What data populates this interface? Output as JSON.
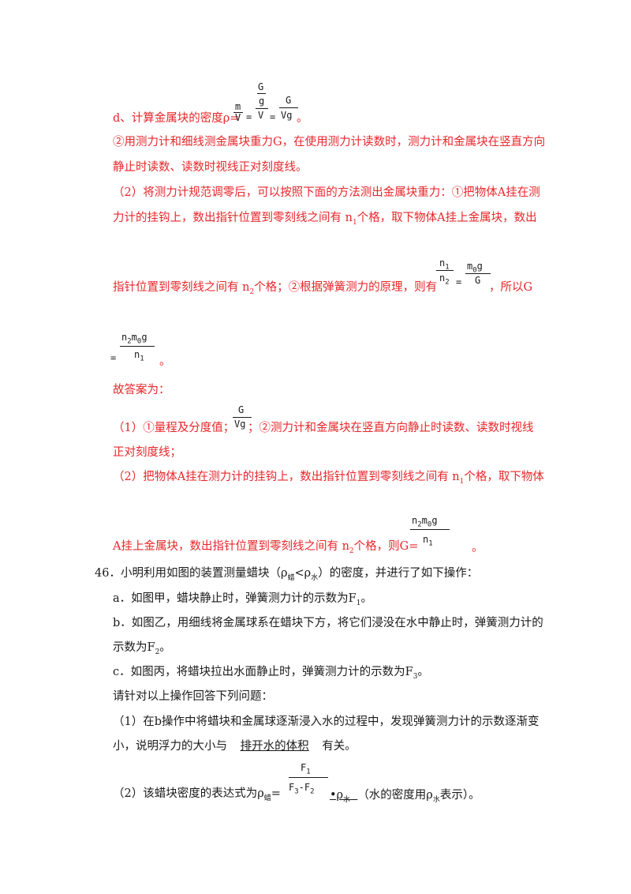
{
  "red_block": {
    "line_d_pre": "d、计算金属块的密度ρ=",
    "line_d_post": "。",
    "frac_m_num": "m",
    "frac_m_den": "V",
    "frac_big_num_top": "G",
    "frac_big_num_bot": "g",
    "frac_big_den": "V",
    "frac_g_num": "G",
    "frac_g_den": "Vg",
    "eq": "=",
    "line2": "②用测力计和细线测金属块重力G，在使用测力计读数时，测力计和金属块在竖直方向",
    "line3": "静止时读数、读数时视线正对刻度线。",
    "line4": "（2）将测力计规范调零后，可以按照下面的方法测出金属块重力：①把物体A挂在测",
    "line5_pre": "力计的挂钩上，数出指针位置到零刻线之间有 n",
    "line5_sub": "1",
    "line5_post": "个格，取下物体A挂上金属块，数出",
    "line6_pre": "指针位置到零刻线之间有 n",
    "line6_sub": "2",
    "line6_post": "个格；②根据弹簧测力的原理，则有",
    "line6_end": "，所以G",
    "f_n1": "n",
    "f_n1_sub": "1",
    "f_n2": "n",
    "f_n2_sub": "2",
    "f_m0g_num": "m",
    "f_m0g_sub": "0",
    "f_m0g_g": "g",
    "f_m0g_den": "G",
    "f_eq": "=",
    "g_eq": "=",
    "g_num_a": "n",
    "g_num_a_sub": "2",
    "g_num_b": "m",
    "g_num_b_sub": "0",
    "g_num_c": "g",
    "g_den": "n",
    "g_den_sub": "1",
    "g_end": "。",
    "answer_label": "故答案为：",
    "ans1_pre": "（1）①量程及分度值；",
    "ans1_post": "；②测力计和金属块在竖直方向静止时读数、读数时视线",
    "ans1_f_num": "G",
    "ans1_f_den": "Vg",
    "ans1_line2": "正对刻度线；",
    "ans2": "（2）把物体A挂在测力计的挂钩上，数出指针位置到零刻线之间有 n",
    "ans2_sub": "1",
    "ans2_post": "个格，取下物体",
    "ans3_pre": "A挂上金属块，数出指针位置到零刻线之间有 n",
    "ans3_sub": "2",
    "ans3_post": "个格，则G=",
    "ans3_end": "。",
    "ans3_num_a": "n",
    "ans3_num_a_sub": "2",
    "ans3_num_b": "m",
    "ans3_num_b_sub": "0",
    "ans3_num_c": "g",
    "ans3_den": "n",
    "ans3_den_sub": "1"
  },
  "q46": {
    "title_pre": "46．小明利用如图的装置测量蜡块（ρ",
    "title_sub1": "蜡",
    "title_mid": "<ρ",
    "title_sub2": "水",
    "title_post": "）的密度，并进行了如下操作：",
    "a_pre": "a．如图甲，蜡块静止时，弹簧测力计的示数为F",
    "a_sub": "1",
    "a_post": "。",
    "b1": "b．如图乙，用细线将金属球系在蜡块下方，将它们浸没在水中静止时，弹簧测力计的",
    "b2_pre": "示数为F",
    "b2_sub": "2",
    "b2_post": "。",
    "c_pre": "c．如图丙，将蜡块拉出水面静止时，弹簧测力计的示数为F",
    "c_sub": "3",
    "c_post": "。",
    "prompt": "请针对以上操作回答下列问题：",
    "q1_line1": "（1）在b操作中将蜡块和金属球逐渐浸入水的过程中，发现弹簧测力计的示数逐渐变",
    "q1_line2_pre": "小，说明浮力的大小与",
    "q1_answer": "排开水的体积",
    "q1_line2_post": "有关。",
    "q2_pre": "（2）该蜡块密度的表达式为ρ",
    "q2_sub": "蜡",
    "q2_eq": "=",
    "q2_num": "F",
    "q2_num_sub": "1",
    "q2_den_a": "F",
    "q2_den_a_sub": "3",
    "q2_den_minus": "-",
    "q2_den_b": "F",
    "q2_den_b_sub": "2",
    "q2_dot": "•ρ",
    "q2_dot_sub": "水",
    "q2_post": "（水的密度用ρ",
    "q2_post_sub": "水",
    "q2_post_end": "表示）。"
  }
}
